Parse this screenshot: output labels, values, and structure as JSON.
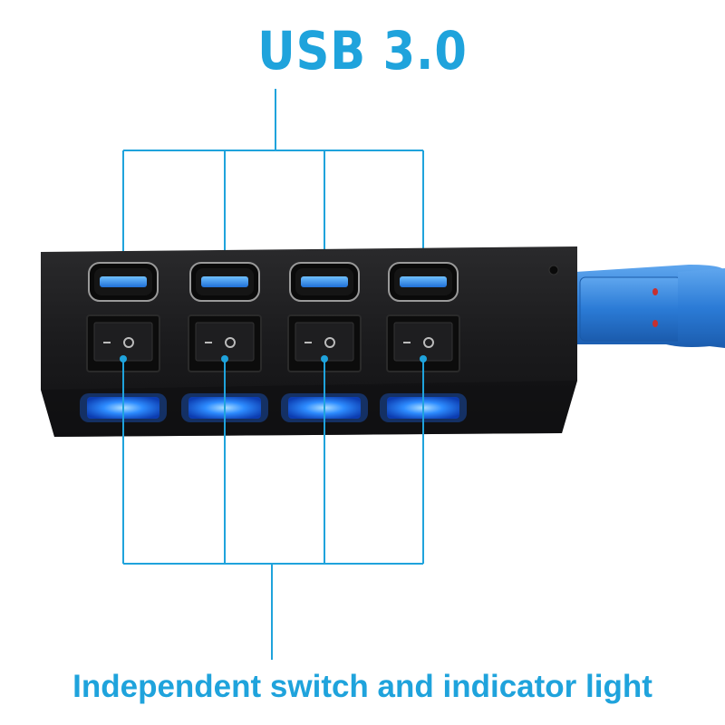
{
  "colors": {
    "accent": "#1fa3dc",
    "hub_body": "#1b1b1d",
    "led_glow": "#1e6cff",
    "cable": "#2e7fd8"
  },
  "header": {
    "title": "USB 3.0"
  },
  "footer": {
    "caption": "Independent switch and indicator light"
  },
  "hub": {
    "port_count": 4,
    "ports": [
      {
        "switch_symbols": "⁻ ○",
        "led": "on"
      },
      {
        "switch_symbols": "⁻ ○",
        "led": "on"
      },
      {
        "switch_symbols": "⁻ ○",
        "led": "on"
      },
      {
        "switch_symbols": "⁻ ○",
        "led": "on"
      }
    ]
  }
}
